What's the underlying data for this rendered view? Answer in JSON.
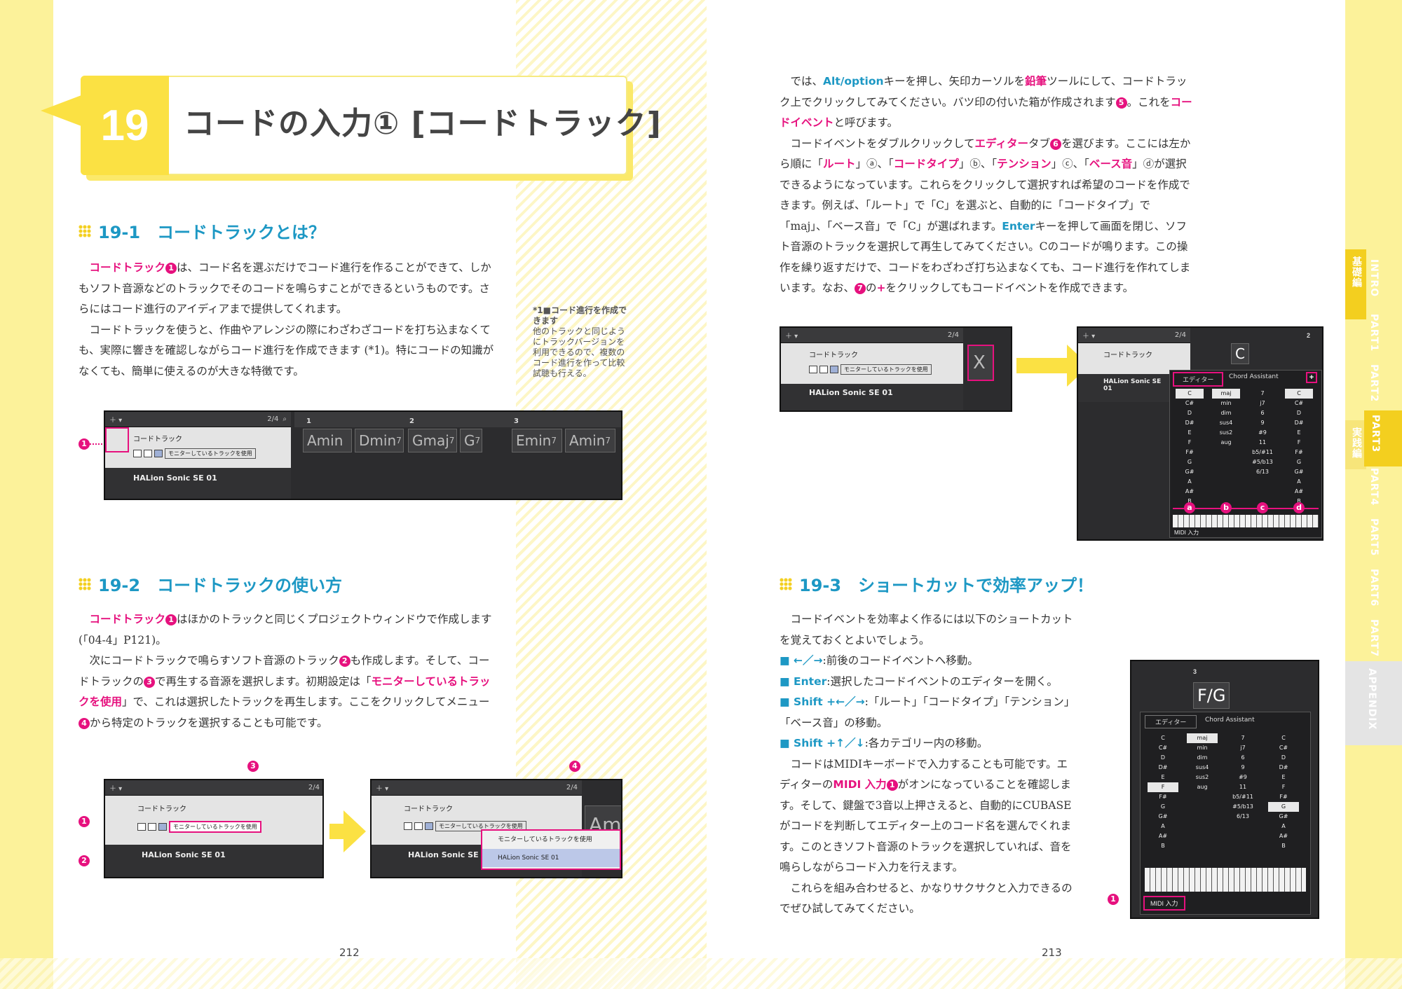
{
  "title": {
    "number": "19",
    "text": "コードの入力① [コードトラック]"
  },
  "sections": {
    "s1": {
      "heading": "19-1　コードトラックとは？"
    },
    "s2": {
      "heading": "19-2　コードトラックの使い方"
    },
    "s3": {
      "heading": "19-3　ショートカットで効率アップ！"
    }
  },
  "left_page": {
    "s1_p1_a": "コードトラック",
    "s1_p1_b": "は、コード名を選ぶだけでコード進行を作ることができて、しかもソフト音源などのトラックでそのコードを鳴らすことができるというものです。さらにはコード進行のアイディアまで提供してくれます。",
    "s1_p2": "コードトラックを使うと、作曲やアレンジの際にわざわざコードを打ち込まなくても、実際に響きを確認しながらコード進行を作成できます (*1)。特にコードの知識がなくても、簡単に使えるのが大きな特徴です。",
    "note_title": "*1■コード進行を作成できます",
    "note_body": "他のトラックと同じようにトラックバージョンを利用できるので、複数のコード進行を作って比較試聴も行える。",
    "s2_p1_a": "コードトラック",
    "s2_p1_b": "はほかのトラックと同じくプロジェクトウィンドウで作成します (「04-4」P121)。",
    "s2_p2_a": "次にコードトラックで鳴らすソフト音源のトラック",
    "s2_p2_b": "も作成します。そして、コードトラックの",
    "s2_p2_c": "で再生する音源を選択します。初期設定は「",
    "s2_p2_d": "モニターしているトラックを使用",
    "s2_p2_e": "」で、これは選択したトラックを再生します。ここをクリックしてメニュー",
    "s2_p2_f": "から特定のトラックを選択することも可能です。",
    "page_number": "212"
  },
  "right_page": {
    "p1_a": "では、",
    "p1_b": "Alt/option",
    "p1_c": "キーを押し、矢印カーソルを",
    "p1_d": "鉛筆",
    "p1_e": "ツールにして、コードトラック上でクリックしてみてください。バツ印の付いた箱が作成されます",
    "p1_f": "。これを",
    "p1_g": "コードイベント",
    "p1_h": "と呼びます。",
    "p2_a": "コードイベントをダブルクリックして",
    "p2_b": "エディター",
    "p2_c": "タブ",
    "p2_d": "を選びます。ここには左から順に「",
    "p2_e": "ルート",
    "p2_f": "」ⓐ、「",
    "p2_g": "コードタイプ",
    "p2_h": "」ⓑ、「",
    "p2_i": "テンション",
    "p2_j": "」ⓒ、「",
    "p2_k": "ベース音",
    "p2_l": "」ⓓが選択できるようになっています。これらをクリックして選択すれば希望のコードを作成できます。例えば、「ルート」で「C」を選ぶと、自動的に「コードタイプ」で「maj」、「ベース音」で「C」が選ばれます。",
    "p2_m": "Enter",
    "p2_n": "キーを押して画面を閉じ、ソフト音源のトラックを選択して再生してみてください。Cのコードが鳴ります。この操作を繰り返すだけで、コードをわざわざ打ち込まなくても、コード進行を作れてしまいます。なお、",
    "p2_o": "の",
    "p2_p": "+",
    "p2_q": "をクリックしてもコードイベントを作成できます。",
    "s3_intro": "コードイベントを効率よく作るには以下のショートカットを覚えておくとよいでしょう。",
    "bullets": [
      {
        "key": "←／→",
        "text": ":前後のコードイベントへ移動。"
      },
      {
        "key": "Enter",
        "text": ":選択したコードイベントのエディターを開く。"
      },
      {
        "key": "Shift +←／→",
        "text": ":「ルート」「コードタイプ」「テンション」「ベース音」の移動。"
      },
      {
        "key": "Shift +↑／↓",
        "text": ":各カテゴリー内の移動。"
      }
    ],
    "s3_p2_a": "コードはMIDIキーボードで入力することも可能です。エディターの",
    "s3_p2_b": "MIDI 入力",
    "s3_p2_c": "がオンになっていることを確認します。そして、鍵盤で3音以上押さえると、自動的にCUBASEがコードを判断してエディター上のコード名を選んでくれます。このときソフト音源のトラックを選択していれば、音を鳴らしながらコード入力を行えます。",
    "s3_p3": "これらを組み合わせると、かなりサクサクと入力できるのでぜひ試してみてください。",
    "page_number": "213"
  },
  "callouts": {
    "n1": "1",
    "n2": "2",
    "n3": "3",
    "n4": "4",
    "n5": "5",
    "n6": "6",
    "n7": "7",
    "a": "a",
    "b": "b",
    "c": "c",
    "d": "d"
  },
  "cubase": {
    "counter": "2/4",
    "chord_track_name": "コードトラック",
    "monitor_label": "モニターしているトラックを使用",
    "instrument_track_name": "HALion Sonic SE 01",
    "menu_items": [
      "モニターしているトラックを使用",
      "HALion Sonic SE 01"
    ],
    "chords": [
      "Amin",
      "Dmin",
      "Gmaj",
      "G",
      "Emin",
      "Amin"
    ],
    "chord_sup": [
      "",
      "7",
      "7",
      "7",
      "7",
      "7"
    ],
    "bars": [
      "1",
      "2",
      "3"
    ],
    "placeholder_chord": "X",
    "c_chord": "C",
    "fg_chord": "F/G",
    "am_partial": "Am",
    "bar_right": "2",
    "bar3": "3",
    "editor_tab": "エディター",
    "assistant_tab": "Chord Assistant",
    "plus": "+",
    "roots": [
      "C",
      "C#",
      "D",
      "D#",
      "E",
      "F",
      "F#",
      "G",
      "G#",
      "A",
      "A#",
      "B"
    ],
    "types": [
      "maj",
      "min",
      "dim",
      "sus4",
      "sus2",
      "aug"
    ],
    "tensions": [
      "7",
      "j7",
      "6",
      "9",
      "#9",
      "11",
      "b5/#11",
      "#5/b13",
      "6/13"
    ],
    "bass": [
      "C",
      "C#",
      "D",
      "D#",
      "E",
      "F",
      "F#",
      "G",
      "G#",
      "A",
      "A#",
      "B"
    ],
    "midi_label": "MIDI 入力"
  },
  "side_index": {
    "basic": "基礎編",
    "practical": "実践編",
    "parts": [
      "INTRO",
      "PART1",
      "PART2",
      "PART3",
      "PART4",
      "PART5",
      "PART6",
      "PART7",
      "APPENDIX"
    ]
  },
  "colors": {
    "accent_pink": "#e6117e",
    "accent_blue": "#1d98c4",
    "accent_yellow": "#fbe143"
  }
}
